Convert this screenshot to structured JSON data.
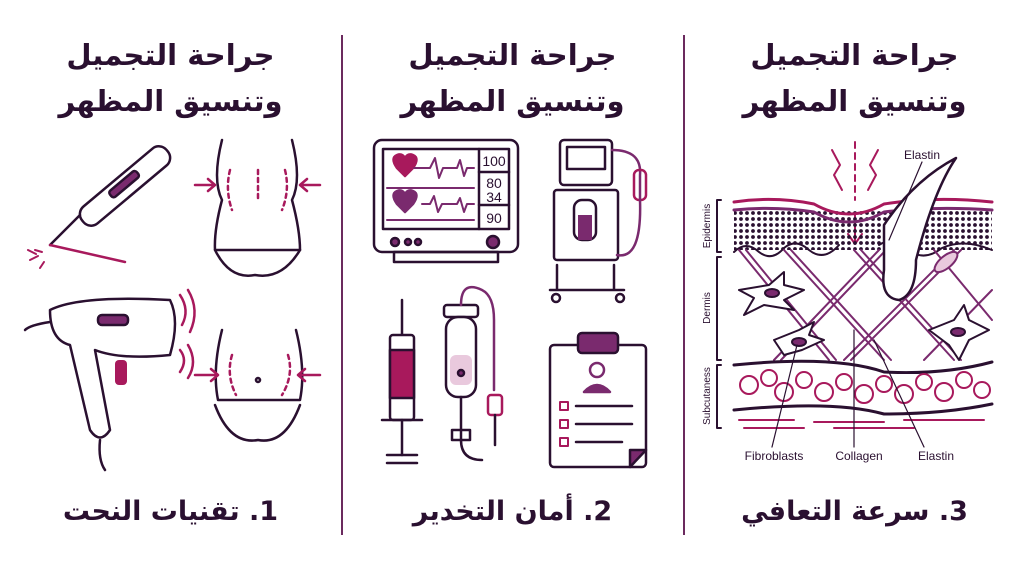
{
  "colors": {
    "outline": "#2a1030",
    "magenta": "#a8195c",
    "plum": "#7a2a6e",
    "divider": "#6b2a5e"
  },
  "panels": [
    {
      "title_line1": "جراحة التجميل",
      "title_line2": "وتنسيق المظهر",
      "caption": "1. تقنيات النحت",
      "icons": [
        "laser-pen-icon",
        "body-contouring-icon",
        "ultrasound-device-icon",
        "waist-slimming-icon"
      ]
    },
    {
      "title_line1": "جراحة التجميل",
      "title_line2": "وتنسيق المظهر",
      "caption": "2. أمان التخدير",
      "monitor": {
        "readings": [
          "100",
          "80",
          "34",
          "90"
        ]
      },
      "icons": [
        "vital-signs-monitor-icon",
        "anesthesia-machine-icon",
        "syringe-icon",
        "iv-drip-icon",
        "patient-clipboard-icon"
      ]
    },
    {
      "title_line1": "جراحة التجميل",
      "title_line2": "وتنسيق المظهر",
      "caption": "3. سرعة التعافي",
      "skin_diagram": {
        "layers": [
          "Epidermis",
          "Dermis",
          "Subcutaness"
        ],
        "labels": {
          "top": "Elastin",
          "bottom_left": "Fibroblasts",
          "bottom_center": "Collagen",
          "bottom_right": "Elastin"
        }
      }
    }
  ]
}
